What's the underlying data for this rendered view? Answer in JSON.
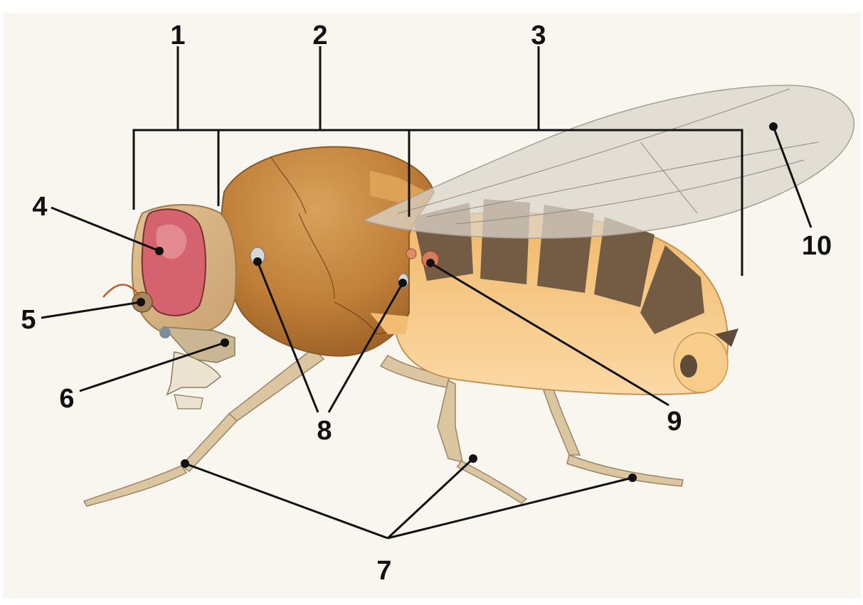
{
  "diagram": {
    "labels": {
      "n1": "1",
      "n2": "2",
      "n3": "3",
      "n4": "4",
      "n5": "5",
      "n6": "6",
      "n7": "7",
      "n8": "8",
      "n9": "9",
      "n10": "10"
    }
  },
  "colors": {
    "background": "#f8f6ee",
    "leader": "#111111",
    "eye": "#d5636d",
    "thorax": "#c98a3c",
    "abdomen": "#f6c47d",
    "abdomen_band": "#6d5540",
    "leg": "#dcc6a2",
    "wing": "#e2ddd2"
  }
}
